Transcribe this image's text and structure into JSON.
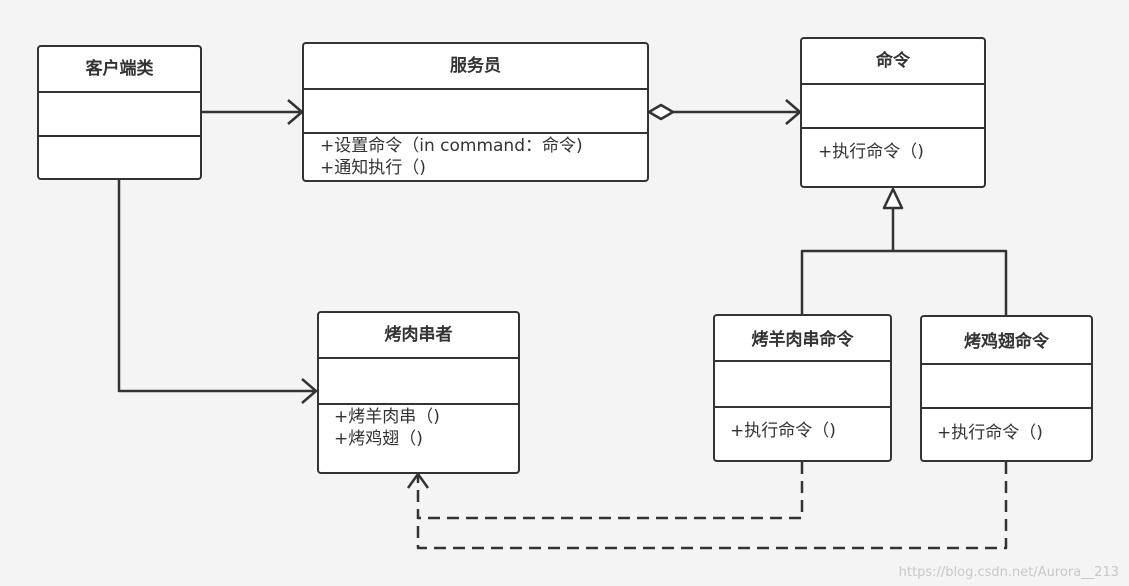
{
  "classes": {
    "client": {
      "name": "客户端类",
      "operations": []
    },
    "waiter": {
      "name": "服务员",
      "operations": [
        "+设置命令（in command：命令)",
        "+通知执行（)"
      ]
    },
    "command": {
      "name": "命令",
      "operations": [
        "+执行命令（)"
      ]
    },
    "barbecuer": {
      "name": "烤肉串者",
      "operations": [
        "+烤羊肉串（)",
        "+烤鸡翅（)"
      ]
    },
    "mutton_command": {
      "name": "烤羊肉串命令",
      "operations": [
        "+执行命令（)"
      ]
    },
    "wing_command": {
      "name": "烤鸡翅命令",
      "operations": [
        "+执行命令（)"
      ]
    }
  },
  "relations": [
    {
      "type": "association",
      "from": "client",
      "to": "waiter"
    },
    {
      "type": "aggregation",
      "from": "waiter",
      "to": "command"
    },
    {
      "type": "association",
      "from": "client",
      "to": "barbecuer"
    },
    {
      "type": "generalization",
      "from": "mutton_command",
      "to": "command"
    },
    {
      "type": "generalization",
      "from": "wing_command",
      "to": "command"
    },
    {
      "type": "dependency",
      "from": "mutton_command",
      "to": "barbecuer"
    },
    {
      "type": "dependency",
      "from": "wing_command",
      "to": "barbecuer"
    }
  ],
  "watermark": "https://blog.csdn.net/Aurora__213",
  "colors": {
    "background": "#f4f4f4",
    "line": "#333333",
    "box": "#ffffff"
  }
}
